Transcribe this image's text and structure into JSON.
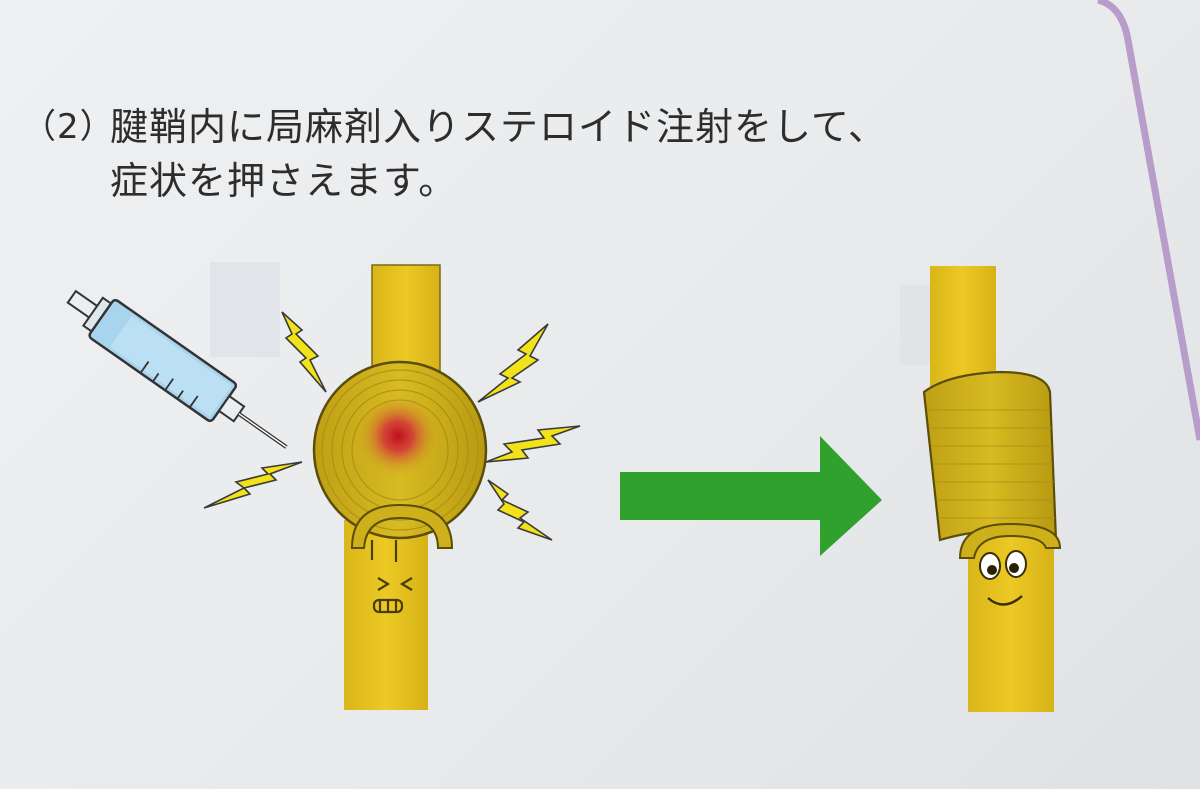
{
  "section": {
    "number": "（2）",
    "line1": "腱鞘内に局麻剤入りステロイド注射をして、",
    "line2": "症状を押さえます。"
  },
  "colors": {
    "tendon": "#e6c21a",
    "sheath": "#d2b21c",
    "inflammation": "#c81818",
    "arrow": "#2fa12c",
    "lightning": "#f2e21a",
    "syringe": "#a8d4ee",
    "paper": "#eceef0",
    "frame": "#b79ac8"
  },
  "icons": [
    "syringe-icon",
    "lightning-icon",
    "inflamed-tendon-sheath",
    "right-arrow-icon",
    "healed-tendon-sheath"
  ]
}
